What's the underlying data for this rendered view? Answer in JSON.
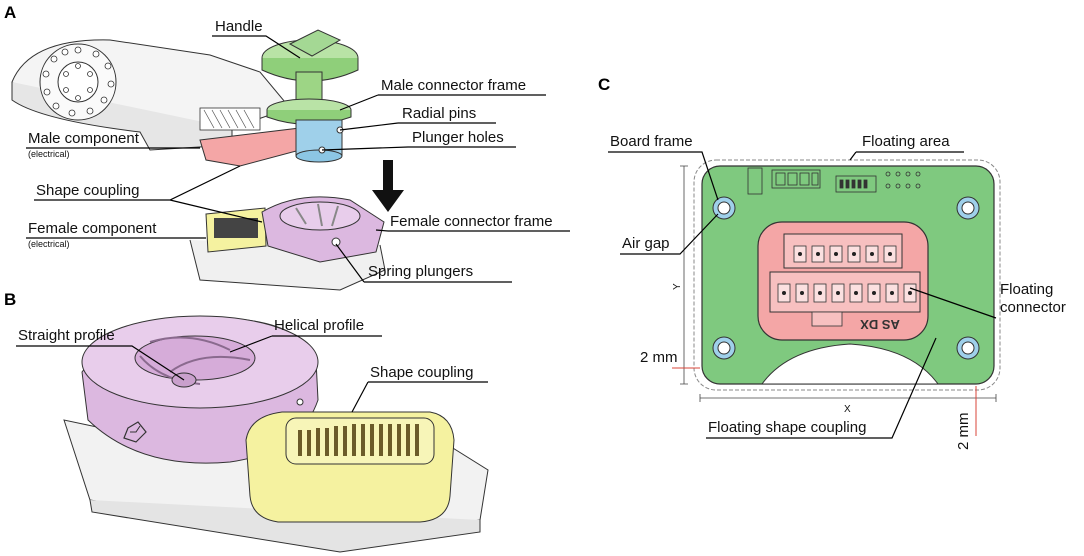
{
  "panels": {
    "a": "A",
    "b": "B",
    "c": "C"
  },
  "labels_a": {
    "handle": "Handle",
    "male_connector_frame": "Male connector frame",
    "radial_pins": "Radial pins",
    "plunger_holes": "Plunger holes",
    "male_component": "Male component",
    "male_component_sub": "(electrical)",
    "shape_coupling": "Shape coupling",
    "female_component": "Female component",
    "female_component_sub": "(electrical)",
    "female_connector_frame": "Female connector frame",
    "spring_plungers": "Spring plungers"
  },
  "labels_b": {
    "straight_profile": "Straight profile",
    "helical_profile": "Helical profile",
    "shape_coupling": "Shape coupling"
  },
  "labels_c": {
    "board_frame": "Board frame",
    "floating_area": "Floating area",
    "air_gap": "Air gap",
    "floating_connector_line1": "Floating",
    "floating_connector_line2": "connector",
    "two_mm_left": "2 mm",
    "two_mm_bottom": "2 mm",
    "floating_shape_coupling": "Floating shape coupling",
    "axis_y": "Y",
    "axis_x": "X",
    "connector_text": "AS DX"
  },
  "colors": {
    "green": "#7fc97f",
    "light_green": "#a8d890",
    "pink": "#f4a6a6",
    "purple": "#dcb8e0",
    "yellow": "#f5f2a0",
    "blue": "#9fd0ea",
    "red_dim": "#d9443a"
  }
}
